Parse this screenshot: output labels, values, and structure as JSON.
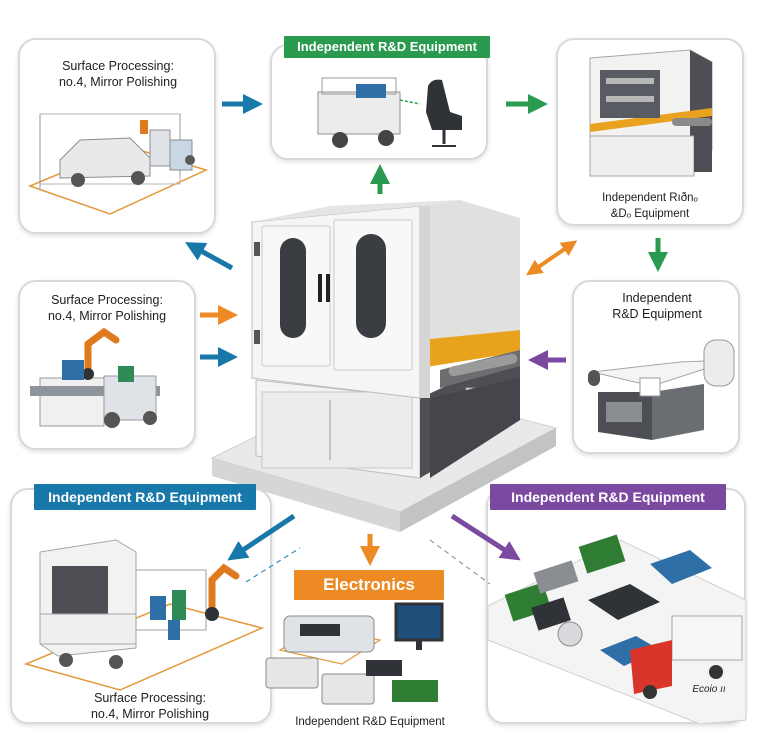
{
  "colors": {
    "green": "#2a9a4f",
    "blue": "#1778a9",
    "purple": "#7b4aa0",
    "orange": "#ee8a23",
    "machine_white": "#f2f2f0",
    "machine_dark": "#4d4f54",
    "accent_yellow": "#e8a21e"
  },
  "center_machine": {
    "name": "central-processing-machine"
  },
  "panels": {
    "top_left": {
      "caption": "Surface Processing:\nno.4, Mirror Polishing",
      "illustration": "car-assembly-line"
    },
    "top_center": {
      "badge": "Independent R&D Equipment",
      "badge_color": "green",
      "illustration": "seat-assembly-station"
    },
    "top_right": {
      "caption": "Independent Rıðnₒ\n&Dₒ Equipment",
      "illustration": "enclosed-machine"
    },
    "mid_left": {
      "caption": "Surface Processing:\nno.4, Mirror Polishing",
      "illustration": "robot-arm-station"
    },
    "mid_right": {
      "caption": "Independent\nR&D Equipment",
      "illustration": "roller-machine"
    },
    "bottom_left": {
      "badge": "Independent R&D Equipment",
      "badge_color": "blue",
      "caption": "Surface Processing:\nno.4, Mirror Polishing",
      "illustration": "automated-cell"
    },
    "bottom_center": {
      "badge": "Electronics",
      "badge_color": "orange",
      "caption": "Independent R&D Equipment",
      "illustration": "electronic-components"
    },
    "bottom_right": {
      "badge": "Independent R&D Equipment",
      "badge_color": "purple",
      "caption": "Ecoio ıı",
      "illustration": "circuit-board-logistics"
    }
  },
  "arrows": [
    {
      "name": "arrow-topleft-to-topcenter",
      "color": "blue"
    },
    {
      "name": "arrow-topcenter-to-topright",
      "color": "green"
    },
    {
      "name": "arrow-machine-to-topcenter",
      "color": "green"
    },
    {
      "name": "arrow-topright-to-midright",
      "color": "green"
    },
    {
      "name": "arrow-machine-to-topleft",
      "color": "blue"
    },
    {
      "name": "arrow-machine-topright-bidirectional",
      "color": "orange"
    },
    {
      "name": "arrow-midleft-to-machine-orange",
      "color": "orange"
    },
    {
      "name": "arrow-midleft-to-machine-blue",
      "color": "blue"
    },
    {
      "name": "arrow-midright-to-machine",
      "color": "purple"
    },
    {
      "name": "arrow-machine-to-bottomleft",
      "color": "blue"
    },
    {
      "name": "arrow-machine-to-bottomcenter",
      "color": "orange"
    },
    {
      "name": "arrow-machine-to-bottomright",
      "color": "purple"
    }
  ]
}
